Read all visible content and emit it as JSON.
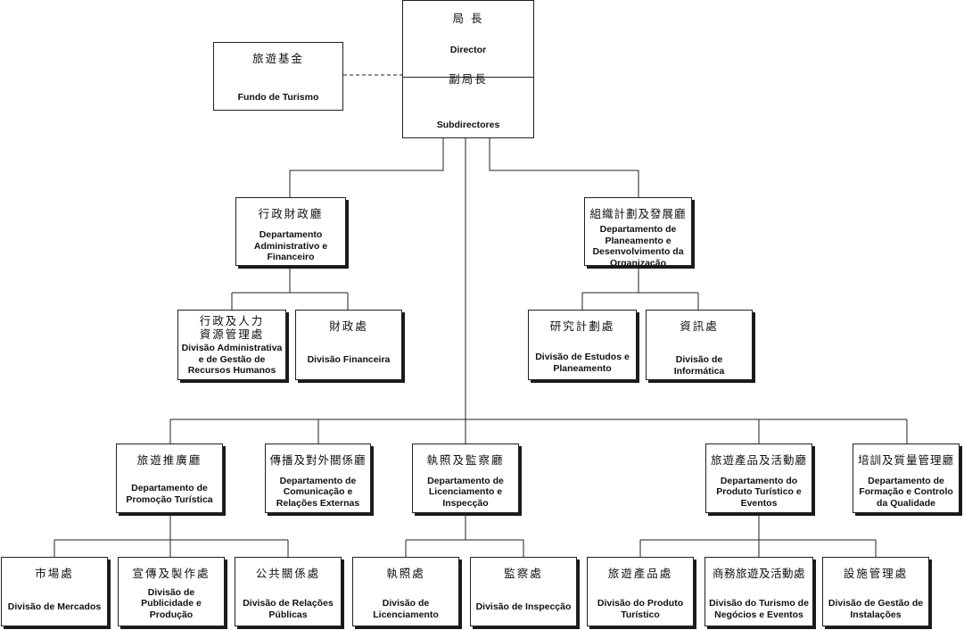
{
  "director": {
    "zh": "局 長",
    "pt": "Director"
  },
  "subdirectors": {
    "zh": "副局長",
    "pt": "Subdirectores"
  },
  "fund": {
    "zh": "旅遊基金",
    "pt": "Fundo de Turismo"
  },
  "departments": {
    "admin": {
      "zh": "行政財政廳",
      "pt": "Departamento Administrativo e Financeiro"
    },
    "planning": {
      "zh": "組織計劃及發展廳",
      "pt": "Departamento de Planeamento e Desenvolvimento da Organização"
    },
    "promotion": {
      "zh": "旅遊推廣廳",
      "pt": "Departamento de Promoção Turística"
    },
    "communication": {
      "zh": "傳播及對外關係廳",
      "pt": "Departamento de Comunicação e Relações Externas"
    },
    "licensing": {
      "zh": "執照及監察廳",
      "pt": "Departamento de Licenciamento e Inspecção"
    },
    "product": {
      "zh": "旅遊產品及活動廳",
      "pt": "Departamento do Produto Turístico e Eventos"
    },
    "training": {
      "zh": "培訓及質量管理廳",
      "pt": "Departamento de Formação e Controlo da Qualidade"
    }
  },
  "divisions": {
    "admin_hr": {
      "zh": "行政及人力\n資源管理處",
      "pt": "Divisão Administrativa e de Gestão de Recursos Humanos"
    },
    "financial": {
      "zh": "財政處",
      "pt": "Divisão Financeira"
    },
    "studies": {
      "zh": "研究計劃處",
      "pt": "Divisão de Estudos e Planeamento"
    },
    "informatics": {
      "zh": "資訊處",
      "pt": "Divisão de Informática"
    },
    "markets": {
      "zh": "市場處",
      "pt": "Divisão de Mercados"
    },
    "publicity": {
      "zh": "宣傳及製作處",
      "pt": "Divisão de Publicidade e Produção"
    },
    "public_relations": {
      "zh": "公共關係處",
      "pt": "Divisão de Relações Públicas"
    },
    "licensing_div": {
      "zh": "執照處",
      "pt": "Divisão de Licenciamento"
    },
    "inspection": {
      "zh": "監察處",
      "pt": "Divisão de Inspecção"
    },
    "tourism_product": {
      "zh": "旅遊產品處",
      "pt": "Divisão do Produto Turístico"
    },
    "business_events": {
      "zh": "商務旅遊及活動處",
      "pt": "Divisão do Turismo de Negócios e Eventos"
    },
    "facilities": {
      "zh": "設施管理處",
      "pt": "Divisão de Gestão de Instalações"
    }
  }
}
